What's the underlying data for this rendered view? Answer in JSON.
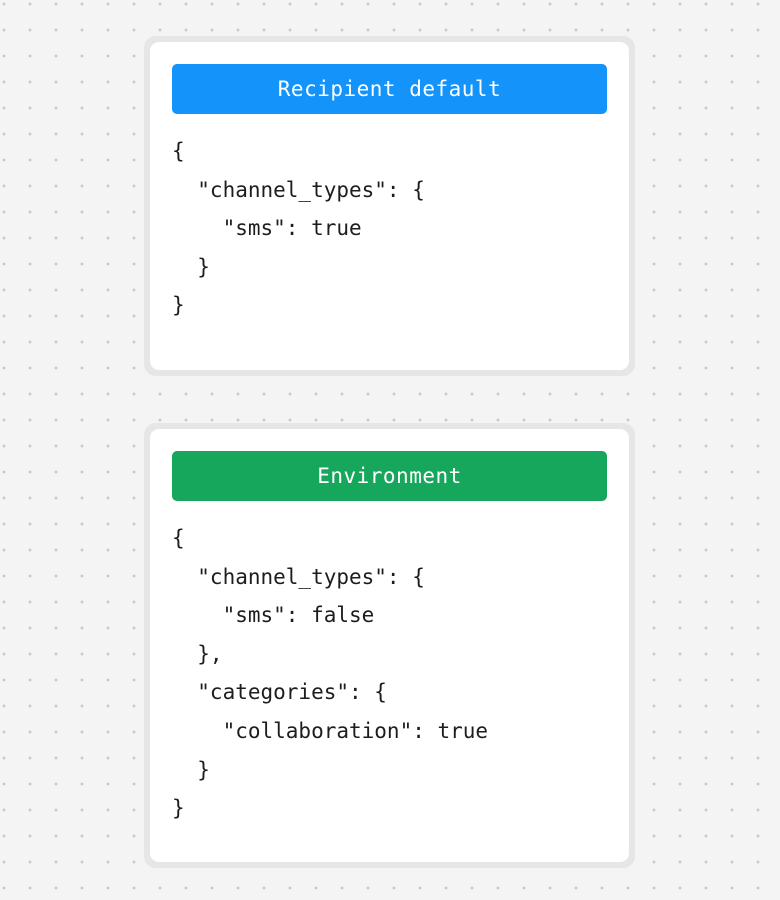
{
  "page": {
    "background_color": "#f4f4f4",
    "dot_color": "#c9c9c9"
  },
  "cards": [
    {
      "id": "recipient-default",
      "header_label": "Recipient default",
      "header_color": "#1493fb",
      "body_text": "{\n  \"channel_types\": {\n    \"sms\": true\n  }\n}"
    },
    {
      "id": "environment",
      "header_label": "Environment",
      "header_color": "#16a75c",
      "body_text": "{\n  \"channel_types\": {\n    \"sms\": false\n  },\n  \"categories\": {\n    \"collaboration\": true\n  }\n}"
    }
  ]
}
